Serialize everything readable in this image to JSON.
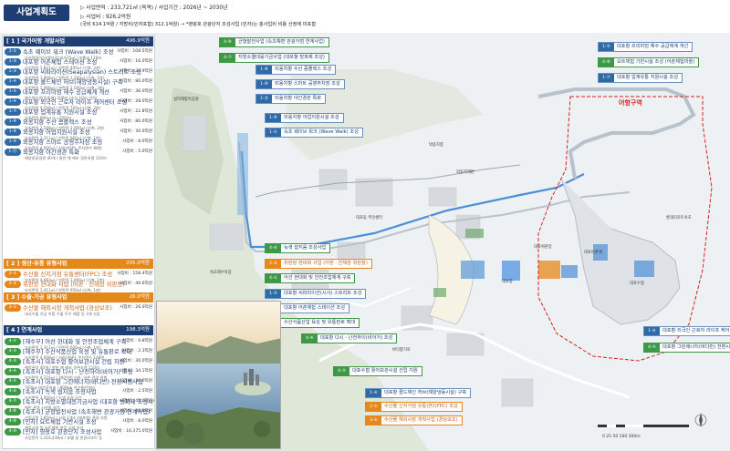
{
  "header": {
    "title": "사업계획도",
    "line1": "▷ 사업면적 : 233,721㎡ (육역) / 사업기간 : 2026년 ~ 2030년",
    "line2": "▷ 사업비 : 926.2억원",
    "line3": "(국비 614.1억원 / 지방비(민자포함) 312.1억원) → *영랑호 관광단지 조성사업 (민자)는 총사업비 비용 산정에 미포함"
  },
  "sections": [
    {
      "id": "s1",
      "label": "[ 1 ] 국가어항 개발사업",
      "total": "496.9억원"
    },
    {
      "id": "s2",
      "label": "[ 2 ] 생산·유통 유형사업",
      "total": "205.0억원"
    },
    {
      "id": "s3",
      "label": "[ 3 ] 수출·가공 유형사업",
      "total": "26.0억원"
    },
    {
      "id": "s4",
      "label": "[ 4 ] 연계사업",
      "total": "198.3억원"
    }
  ],
  "items": [
    {
      "badge": "1-①",
      "name": "속초 웨이브 워크 (Wave Walk) 조성",
      "cost": "사업비 : 108.5억원",
      "sub": "부지면적(워크웨이길) 8,615㎡ / 보행교 110m"
    },
    {
      "badge": "1-②",
      "name": "대포항 어촌체험 스테이션 조성",
      "cost": "사업비 : 16.0억원",
      "sub": "부지면적 1,821㎡ / 연면적 400㎡ (신축, 2층)"
    },
    {
      "badge": "1-③",
      "name": "대포항 씨파라이션(Seapalysian) 스트리트 조성",
      "cost": "사업비 : 37.9억원",
      "sub": "부지면적 1,808㎡ / 연면적 1,260㎡ (신축, 1층)"
    },
    {
      "badge": "1-④",
      "name": "대포항 콜드체인 허브(해양냉동시설) 구축",
      "cost": "사업비 : 80.0억원",
      "sub": "부지면적 1,068㎡ / 연면적 2,500㎡ (신축, 3층)"
    },
    {
      "badge": "1-⑤",
      "name": "대포항 프리미엄 해수 공급체계 개선",
      "cost": "사업비 : 36.0억원",
      "sub": "해수취수관(압회배) 200m (수심 10m 이하)"
    },
    {
      "badge": "1-⑥",
      "name": "대포항 외국인 근로자 라이프 케어센터 조성",
      "cost": "사업비 : 28.0억원",
      "sub": "부지면적 4,508㎡ / 연면적 700㎡ (신축, 2층)"
    },
    {
      "badge": "1-⑦",
      "name": "대포항 업계유통 지원시설 조성",
      "cost": "사업비 : 22.8억원",
      "sub": "부지면적 990㎡ (L=200m)"
    },
    {
      "badge": "1-⑧",
      "name": "외옹치항 수산 콤플렉스 조성",
      "cost": "사업비 : 80.0억원",
      "sub": "부지면적 2,588㎡ / 연면적 2,000㎡ (신축, 2층)"
    },
    {
      "badge": "1-⑨",
      "name": "외옹치항 어업지원시설 조성",
      "cost": "사업비 : 30.0억원",
      "sub": "부지면적 1,311㎡ / 연면적 660㎡ (신축, 1층)"
    },
    {
      "badge": "1-⑩",
      "name": "외옹치항 스마트 공영주차장 조성",
      "cost": "사업비 : 8.0억원",
      "sub": "부지면적 4,000㎡ / 지하(ASP), 주차면수 88면"
    },
    {
      "badge": "1-⑪",
      "name": "외옹치항 야간경관 특화",
      "cost": "사업비 : 5.0억원",
      "sub": "해양관광경관 40개 / 항만 해 해초 경관조명 110m"
    },
    {
      "badge": "2-①",
      "name": "수산물 신지거점 유통센터(FPC) 조성",
      "cost": "사업비 : 158.4억원",
      "sub": "부지면적 4,683㎡ / 연면적 3,000㎡ (신축, 2층)",
      "kind": "o"
    },
    {
      "badge": "2-②",
      "name": "위판장 현대화 사업 (어판 · 진해장 위판장)",
      "cost": "사업비 : 46.6억원",
      "sub": "부지면적 1,411㎡ / 연면적 950㎡ (신축, 1층)",
      "kind": "o"
    },
    {
      "badge": "3-①",
      "name": "수산물 해외시장 개척사업 (경상보조)",
      "cost": "사업비 : 26.0억원",
      "sub": "내국수출 가공 조합 수출 우수 제품 등 3개 사업",
      "kind": "o"
    },
    {
      "badge": "4-①",
      "name": "[해수부] 어선 현대화 및 안전조업체계 구축",
      "cost": "사업비 : 9.8억원",
      "sub": "부지면적 1,311㎡ / 연면적 600㎡ (신축, 1층)",
      "kind": "g"
    },
    {
      "badge": "4-②",
      "name": "[해수부] 수산식품산업 육성 및 유통판로 확대",
      "cost": "사업비 : 2.3억원",
      "sub": "부지면적 4,008㎡ / 지하(ASP), 주차면수 148면",
      "kind": "g"
    },
    {
      "badge": "4-③",
      "name": "[속초시] 대포수협 활어보관시설 건립 지원",
      "cost": "사업비 : 30.0억원",
      "sub": "해양관광 40개 / 항만 해 해초 경관조명 110m",
      "kind": "g"
    },
    {
      "badge": "4-④",
      "name": "[속초시] 대포항 다시 - 난전하이(비어가) 조성",
      "cost": "사업비 : 34.1억원",
      "sub": "부지면적 4,216㎡ / 300억원 이하, 어촌 관광 연계",
      "kind": "g"
    },
    {
      "badge": "4-⑤",
      "name": "[속초시] 대포항 그린에너지(바다반) 전환시범사업",
      "cost": "사업비 : 30.0억원",
      "sub": "700kw 태양광설비 / 800kw 어선충전설비",
      "kind": "g"
    },
    {
      "badge": "4-⑥",
      "name": "[속초시] 녹색 쉼지움 조성사업",
      "cost": "사업비 : 2.5억원",
      "sub": "부지면적 3,000㎡ / 녹색 조경 공간",
      "kind": "g"
    },
    {
      "badge": "4-⑦",
      "name": "[속초시] 지방소멸대응기금사업 (대포항 방파제 조성사업)",
      "cost": "사업비 : 41.0억원",
      "sub": "해안 관광 시설물 설치",
      "kind": "g"
    },
    {
      "badge": "4-⑧",
      "name": "[속초시] 균형발전사업 (속초해변 관광거점 연계사업)",
      "cost": "사업비 : 40.0억원",
      "sub": "산림공원 1,850㎡ / 시설 1개소 (대포항) 관광 지원",
      "kind": "g"
    },
    {
      "badge": "4-⑨",
      "name": "[민자] 요트체험 기반시설 조성",
      "cost": "사업비 : 8.0억원",
      "sub": "계류시설 및 요트체험 관광 시설 조성",
      "kind": "g"
    },
    {
      "badge": "4-⑩",
      "name": "[민자] 영랑호 관광단지 조성사업",
      "cost": "사업비 : 10,375.0억원",
      "sub": "사업면적 1,316,438㎡ / 호텔 및 관광리조트 등",
      "kind": "g"
    }
  ],
  "map": {
    "red_zone_label": "어항구역",
    "scale_label": "0  25  50      100            300m",
    "callouts": [
      {
        "badge": "4-⑧",
        "text": "균형발전사업 (속초해변 관광거점 연계사업)",
        "kind": "g"
      },
      {
        "badge": "4-⑦",
        "text": "지방소멸대응기금사업 (대포항 방파제 조성)",
        "kind": "g"
      },
      {
        "badge": "1-⑧",
        "text": "외옹치항 수산 콤플렉스 조성"
      },
      {
        "badge": "1-⑩",
        "text": "외옹치항 스마트 공영주차장 조성"
      },
      {
        "badge": "1-⑪",
        "text": "외옹치항 야간경관 특화"
      },
      {
        "badge": "1-⑨",
        "text": "외옹치항 어업지원시설 조성"
      },
      {
        "badge": "1-①",
        "text": "속초 웨이브 워크 (Wave Walk) 조성"
      },
      {
        "badge": "1-⑤",
        "text": "대포항 프리미엄 해수 공급체계 개선"
      },
      {
        "badge": "4-⑨",
        "text": "요트체험 기반시설 조성 (어촌체험마을)",
        "kind": "g"
      },
      {
        "badge": "1-⑦",
        "text": "대포항 업계유통 지원시설 조성"
      },
      {
        "badge": "4-⑥",
        "text": "녹색 쉼지움 조성사업",
        "kind": "g"
      },
      {
        "badge": "2-②",
        "text": "위판장 현대화 사업 (어판 · 진해장 위판장)",
        "kind": "o"
      },
      {
        "badge": "4-①",
        "text": "어선 현대화 및 안전조업체계 구축",
        "kind": "g"
      },
      {
        "badge": "1-③",
        "text": "대포항 씨파라이션(시사) 스트리트 조성"
      },
      {
        "badge": "1-②",
        "text": "대포항 어촌체험 스테이션 조성"
      },
      {
        "badge": "4-②",
        "text": "수산식품산업 육성 및 유통판로 확대",
        "kind": "g"
      },
      {
        "badge": "4-④",
        "text": "대포항 다시 - 난전하이(비어가) 조성",
        "kind": "g"
      },
      {
        "badge": "4-⑩",
        "text": "영랑호 관광단지 조성사업",
        "kind": "g"
      },
      {
        "badge": "4-③",
        "text": "대포수협 활어보관시설 건립 지원",
        "kind": "g"
      },
      {
        "badge": "1-⑥",
        "text": "대포항 외국인 근로자 라이프 케어센터 조성"
      },
      {
        "badge": "4-⑤",
        "text": "대포항 그린에너지(바다반) 전환시범사업",
        "kind": "g"
      },
      {
        "badge": "1-④",
        "text": "대포항 콜드체인 허브(해양냉동시설) 구축"
      },
      {
        "badge": "2-①",
        "text": "수산물 신지거점 유통센터(FPC) 조성",
        "kind": "o"
      },
      {
        "badge": "3-①",
        "text": "수산물 해외시장 개척사업 (경상보조)",
        "kind": "o"
      }
    ],
    "labels": [
      "설악해맞이공원",
      "외옹치항",
      "대포항",
      "대포동 주민센터",
      "외옹치해변",
      "대포어촌계",
      "대포위판장",
      "대포수협",
      "바다향기로",
      "속초해수욕장",
      "롯데리조트속초"
    ]
  }
}
